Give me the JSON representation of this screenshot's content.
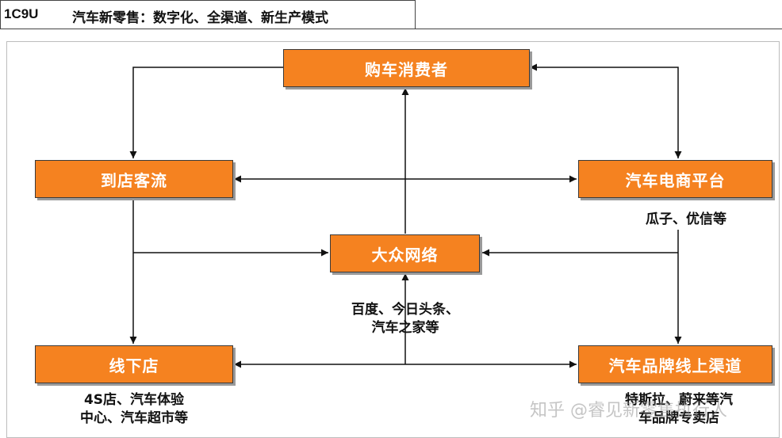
{
  "header": {
    "code": "1C9U",
    "title": "汽车新零售：数字化、全渠道、新生产模式"
  },
  "nodes": {
    "consumer": "购车消费者",
    "store_traffic": "到店客流",
    "ecommerce": "汽车电商平台",
    "mass_network": "大众网络",
    "offline_store": "线下店",
    "brand_online": "汽车品牌线上渠道"
  },
  "notes": {
    "ecommerce": "瓜子、优信等",
    "mass_network_1": "百度、今日头条、",
    "mass_network_2": "汽车之家等",
    "offline_1": "4S店、汽车体验",
    "offline_2": "中心、汽车超市等",
    "brand_1": "特斯拉、蔚来等汽",
    "brand_2": "车品牌专卖店"
  },
  "watermark": "知乎 @睿见新零售执行人",
  "colors": {
    "node_fill": "#f58220",
    "node_text": "#ffffff",
    "arrow": "#111111"
  }
}
